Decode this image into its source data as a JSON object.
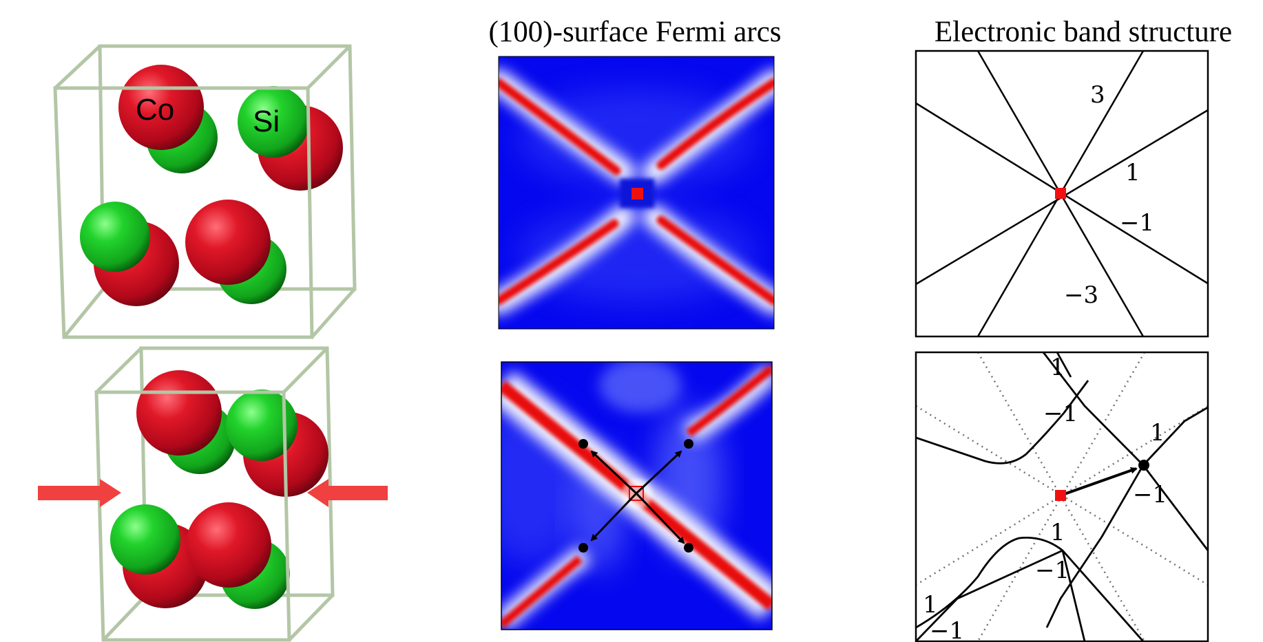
{
  "titles": {
    "fermi_arcs": "(100)-surface Fermi arcs",
    "band_structure": "Electronic band structure"
  },
  "crystal": {
    "atom_cobalt": "Co",
    "atom_silicon": "Si"
  },
  "band_top": {
    "labels": [
      "3",
      "1",
      "−1",
      "−3"
    ]
  },
  "band_bottom": {
    "labels": [
      "1",
      "−1",
      "1",
      "−1",
      "1",
      "−1",
      "1",
      "−1"
    ]
  },
  "colors": {
    "cobalt": "#d0101e",
    "silicon": "#1fbf2a",
    "cell_edge": "#b3c6a6",
    "compression_arrow": "#f04040",
    "arc_background": "#0a14e6",
    "arc_red": "#e81010",
    "node_red": "#f01010"
  }
}
